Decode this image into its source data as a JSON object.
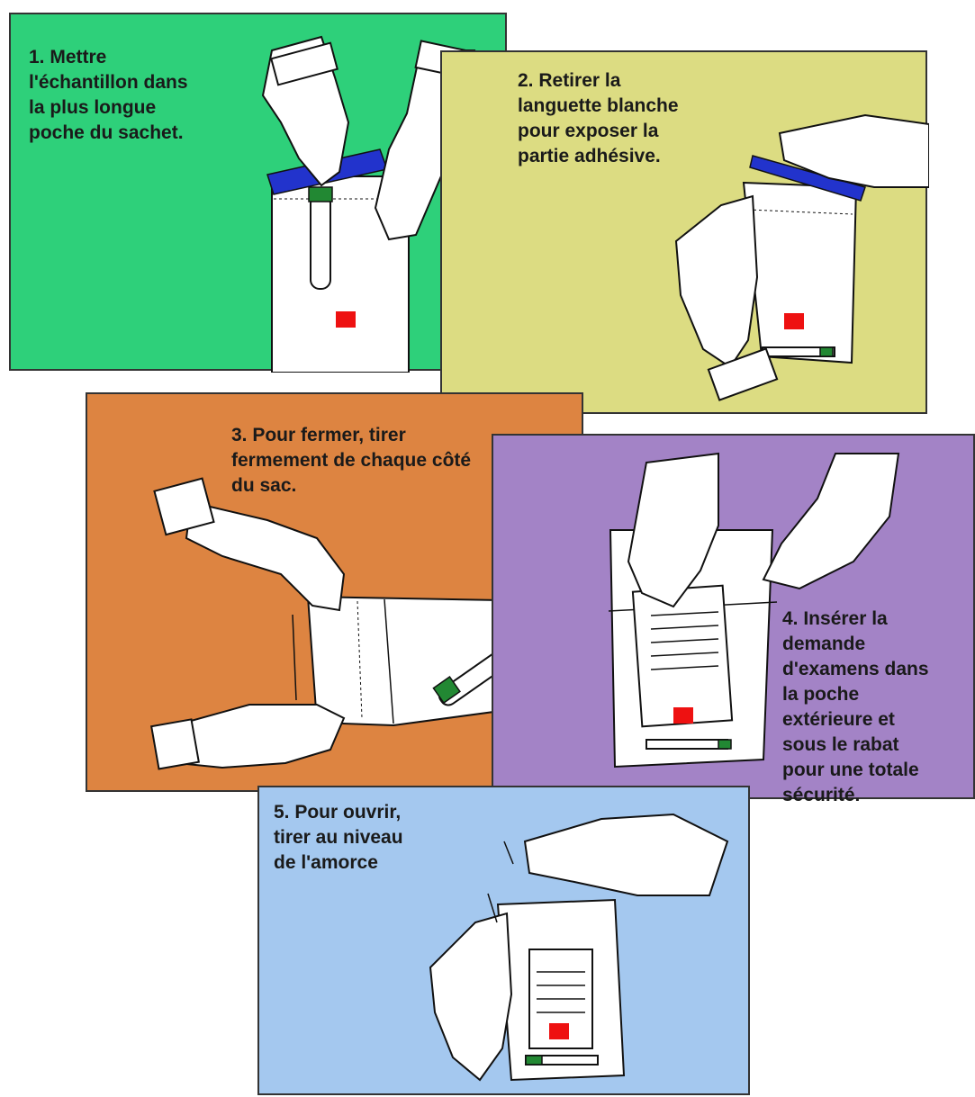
{
  "steps": [
    {
      "number": 1,
      "text": "1. Mettre\nl'échantillon dans\nla plus longue\npoche du sachet."
    },
    {
      "number": 2,
      "text": "2. Retirer la\nlanguette blanche\npour exposer la\npartie adhésive."
    },
    {
      "number": 3,
      "text": "3. Pour fermer, tirer\nfermement de chaque côté\ndu sac."
    },
    {
      "number": 4,
      "text": "4. Insérer la\ndemande\nd'examens dans\nla poche\nextérieure et\nsous le rabat\npour une totale\nsécurité."
    },
    {
      "number": 5,
      "text": "5. Pour ouvrir,\ntirer au niveau\nde l'amorce"
    }
  ],
  "colors": {
    "panel1": "#2ed07a",
    "panel2": "#dcdc82",
    "panel3": "#dd8441",
    "panel4": "#a383c6",
    "panel5": "#a4c8ef",
    "biohazard": "#ee1111",
    "adhesive_strip": "#2233cc",
    "tube_cap": "#228833"
  },
  "icons": [
    "biohazard-icon",
    "hand-illustration",
    "specimen-bag",
    "specimen-tube"
  ]
}
